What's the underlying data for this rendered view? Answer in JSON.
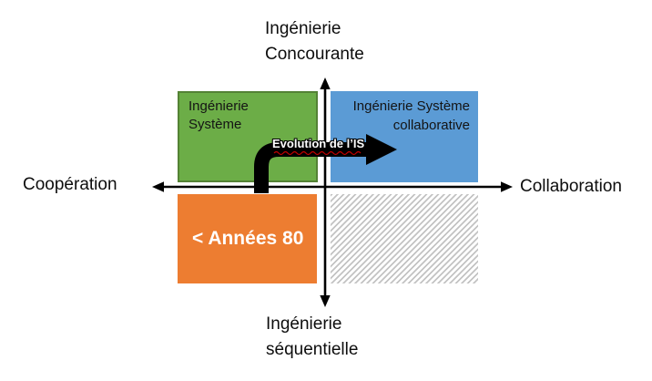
{
  "diagram": {
    "title_top": {
      "line1": "Ingénierie",
      "line2": "Concourante"
    },
    "title_bottom": {
      "line1": "Ingénierie",
      "line2": "séquentielle"
    },
    "axis_left_label": "Coopération",
    "axis_right_label": "Collaboration",
    "axis_color": "#000000",
    "quadrants": {
      "top_left": {
        "line1": "Ingénierie",
        "line2": "Système",
        "color": "#6CAD47",
        "border_color": "#548235",
        "text_color": "#141414"
      },
      "top_right": {
        "line1": "Ingénierie Système",
        "line2": "collaborative",
        "color": "#5B9BD5",
        "text_color": "#141414"
      },
      "bottom_left": {
        "label": "< Années 80",
        "color": "#ED7D31",
        "text_color": "#FFFFFF"
      },
      "bottom_right": {
        "label": "",
        "pattern": "diagonal-hatch",
        "hatch_color": "#C3C3C3",
        "background": "#FFFFFF"
      }
    },
    "evolution_arrow": {
      "label": "Evolution de l’IS",
      "color": "#000000",
      "label_color": "#FFFFFF",
      "spellcheck_underline_color": "#C00000"
    }
  }
}
